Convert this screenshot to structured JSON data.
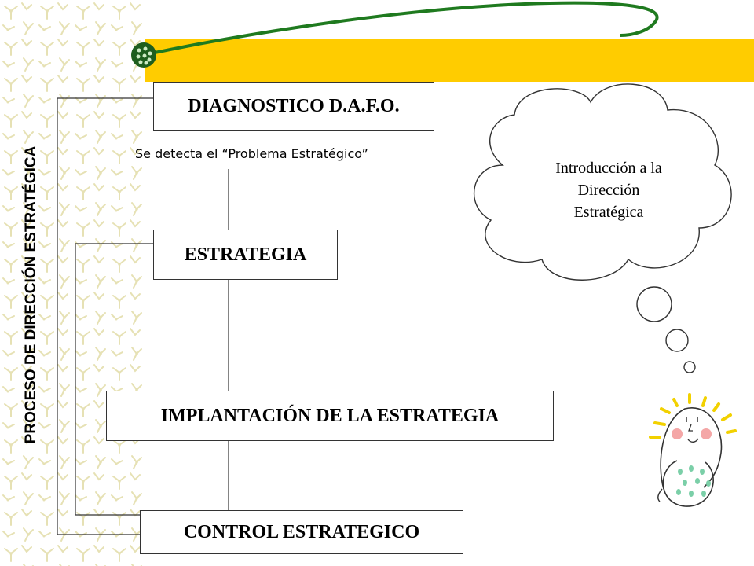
{
  "diagram": {
    "boxes": [
      {
        "id": "diagnostico",
        "label": "DIAGNOSTICO D.A.F.O."
      },
      {
        "id": "estrategia",
        "label": "ESTRATEGIA"
      },
      {
        "id": "implantacion",
        "label": "IMPLANTACIÓN DE LA ESTRATEGIA"
      },
      {
        "id": "control",
        "label": "CONTROL ESTRATEGICO"
      }
    ],
    "note": "Se detecta el “Problema Estratégico”",
    "vertical_label": "PROCESO DE DIRECCIÓN ESTRATÉGICA",
    "cloud_text": "Introducción a la Dirección Estratégica"
  },
  "colors": {
    "gold_bar": "#FFCC00",
    "decorative_line": "#1F7A1F",
    "pattern_ink": "#E6E1B4",
    "cheek": "#F4A6A6",
    "dots": "#7BCFA8"
  }
}
